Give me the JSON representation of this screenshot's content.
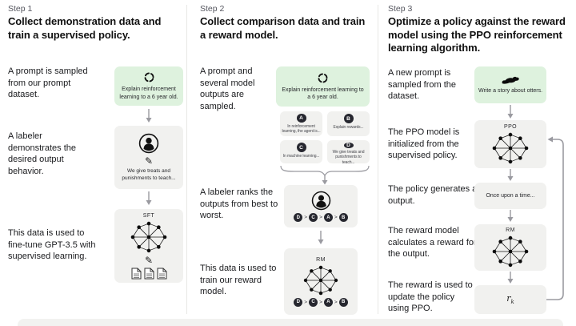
{
  "colors": {
    "background": "#ffffff",
    "green_box": "#def2de",
    "gray_box": "#f1f1ef",
    "dark_circle": "#26272f",
    "text_dark": "#1a1b1e",
    "text_step": "#55565f",
    "arrow": "#9a9aa0",
    "divider": "#e7e7e5",
    "bottom_band": "#f2f2f0"
  },
  "icons": {
    "pencil_glyph": "✎",
    "names": [
      "cycle-icon",
      "person-icon",
      "pencil-icon",
      "neural-network-icon",
      "documents-icon",
      "otter-icon",
      "down-arrow-icon",
      "feedback-loop-arrow",
      "curly-brace"
    ]
  },
  "diagram": {
    "steps": [
      {
        "label": "Step 1",
        "heading": "Collect demonstration data and train a supervised policy.",
        "texts": [
          "A prompt is sampled from our prompt dataset.",
          "A labeler demonstrates the desired output behavior.",
          "This data is used to fine-tune GPT-3.5 with supervised learning."
        ],
        "prompt_caption": "Explain reinforcement learning to a 6 year old.",
        "labeler_caption": "We give treats and punishments to teach...",
        "model_label": "SFT"
      },
      {
        "label": "Step 2",
        "heading": "Collect comparison data and train a reward model.",
        "texts": [
          "A prompt and several model outputs are sampled.",
          "A labeler ranks the outputs from best to worst.",
          "This data is used to train our reward model."
        ],
        "prompt_caption": "Explain reinforcement learning to a 6 year old.",
        "outputs": [
          {
            "letter": "A",
            "text": "In reinforcement learning, the agent is..."
          },
          {
            "letter": "B",
            "text": "Explain rewards..."
          },
          {
            "letter": "C",
            "text": "In machine learning..."
          },
          {
            "letter": "D",
            "text": "We give treats and punishments to teach..."
          }
        ],
        "ranking": [
          "D",
          "C",
          "A",
          "B"
        ],
        "ranking_separator": ">",
        "model_label": "RM"
      },
      {
        "label": "Step 3",
        "heading": "Optimize a policy against the reward model using the PPO reinforcement learning algorithm.",
        "texts": [
          "A new prompt is sampled from the dataset.",
          "The PPO model is initialized from the supervised policy.",
          "The policy generates an output.",
          "The reward model calculates a reward for the output.",
          "The reward is used to update the policy using PPO."
        ],
        "prompt_caption": "Write a story about otters.",
        "model_label": "PPO",
        "output_caption": "Once upon a time...",
        "rm_label": "RM",
        "reward_symbol": "r",
        "reward_subscript": "k"
      }
    ]
  }
}
